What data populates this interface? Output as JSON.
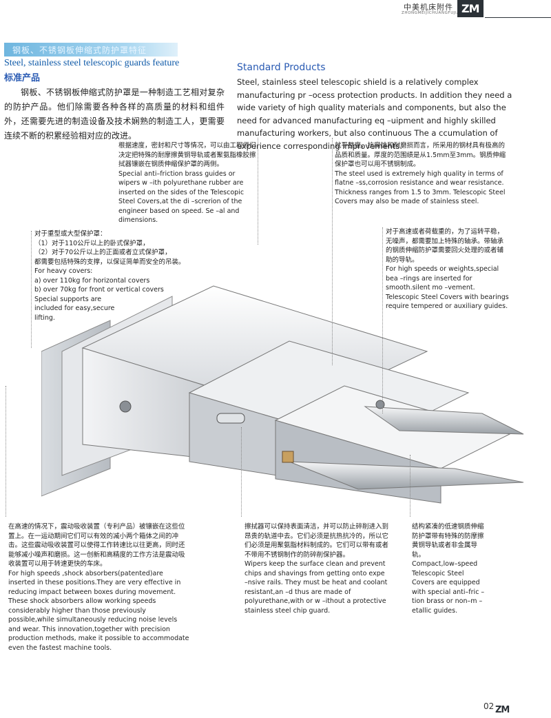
{
  "header": {
    "company_cn": "中美机床附件",
    "company_en": "ZHONGMEIJICHUANGFUJIAN",
    "logo": "ZM"
  },
  "section": {
    "banner": "钢板、不锈钢板伸缩式防护罩特征",
    "title_en": "Steel, stainless steel telescopic guards feature",
    "subtitle_cn": "标准产品",
    "standard_en": "Standard Products"
  },
  "intro": {
    "cn": "钢板、不锈钢板伸缩式防护罩是一种制造工艺相对复杂的防护产品。他们除需要各种各样的高质量的材料和组件外，还需要先进的制造设备及技术娴熟的制造工人，更需要连续不断的积累经验相对应的改进。",
    "en": "Steel, stainless steel telescopic shield is a relatively complex manufacturing pr –ocess protection products. In addition they need a wide variety of high quality materials and components, but also the need for advanced manufacturing eq –uipment and highly skilled manufacturing workers, but also continuous The a ccumulation of experience corresponding improvements."
  },
  "callouts": {
    "wipers_top": {
      "cn": "根据速度，密封和尺寸等情况，可以由工程师们决定把特殊的耐摩擦黄铜导轨或者聚氨脂橡胶擦拭器镶嵌在钢质伸缩保护罩的两侧。",
      "en": "Special anti–friction brass guides or wipers w –ith polyurethane rubber are inserted on the sides of the Telescopic Steel Covers,at the di –screrion of the engineer based on speed. Se –al and dimensions."
    },
    "steel_quality": {
      "cn": "就平整度，抗腐蚀和耐磨损而言，所采用的钢材具有极高的品质和质量。厚度的范围绩是从1.5mm至3mm。钢质伸缩保护罩也可以用不锈钢制成。",
      "en": "The steel used is extremely high quality in terms of flatne –ss,corrosion resistance and wear resistance. Thickness ranges from 1.5 to 3mm. Telescopic Steel Covers may also be made of stainless steel."
    },
    "heavy": {
      "cn1": "对于重型或大型保护罩：",
      "cn2": "（1）对于110公斤以上的卧式保护罩，",
      "cn3": "（2）对于70公斤以上的正面或者立式保护罩，",
      "cn4": "都需要包括特殊的支撑，以保证简单而安全的吊装。",
      "en1": "For heavy covers:",
      "en2": "a) over 110kg for horizontal covers",
      "en3": "b) over 70kg for front or vertical covers",
      "en4": "Special supports are included for easy,secure lifting."
    },
    "bearings": {
      "cn": "对于高速或者荷载重的，为了运转平稳，无噪声，都需要加上特殊的轴承。带轴承的钢质伸缩防护罩需要回火处理的或者辅助的导轨。",
      "en": "For high speeds or weights,special bea –rings are inserted for smooth.silent mo –vement. Telescopic Steel Covers with bearings require tempered or auxiliary guides."
    },
    "shock": {
      "cn": "在高速的情况下，震动吸收装置（专利产品）被镶嵌在这些位置上。在一运动期间它们可以有效的减小两个箱体之间的冲击。这些震动吸收装置可以使得工作转速比以往更高，同时还能够减小噪声和磨损。这一创新和高精度的工作方法是震动吸收装置可以用于转速更快的车床。",
      "en": "For high speeds ,shock absorbers(patented)are inserted in these positions.They are very effective in reducing impact between boxes during movement. These shock absorbers allow working speeds considerably higher than those previously possible,while simultaneously reducing noise levels and wear. This innovation,together with precision production methods, make it possible to accommodate even the fastest machine tools."
    },
    "wipers_bottom": {
      "cn": "擦拭器可以保持表面清洁，并可以防止碎削进入到昂贵的轨道中去。它们必须是抗热抗冷的，所以它们必须是用聚氨脂材料制成的。它们可以带有或者不带用不锈钢制作的防碎削保护器。",
      "en": "Wipers keep the surface clean and prevent chips and shavings from getting onto expe –nsive rails. They must be heat and coolant resistant,an –d thus are made of polyurethane,with or w –ithout a protective stainless steel chip guard."
    },
    "lowspeed": {
      "cn": "结构紧凑的低速钢质伸缩防护罩带有特殊的防摩擦黄铜导轨或者非金属导轨。",
      "en": "Compact,low–speed Telescopic Steel Covers are equipped with special anti–fric –tion brass or non–m –etallic guides."
    }
  },
  "footer": {
    "page": "02",
    "logo": "ZM"
  }
}
